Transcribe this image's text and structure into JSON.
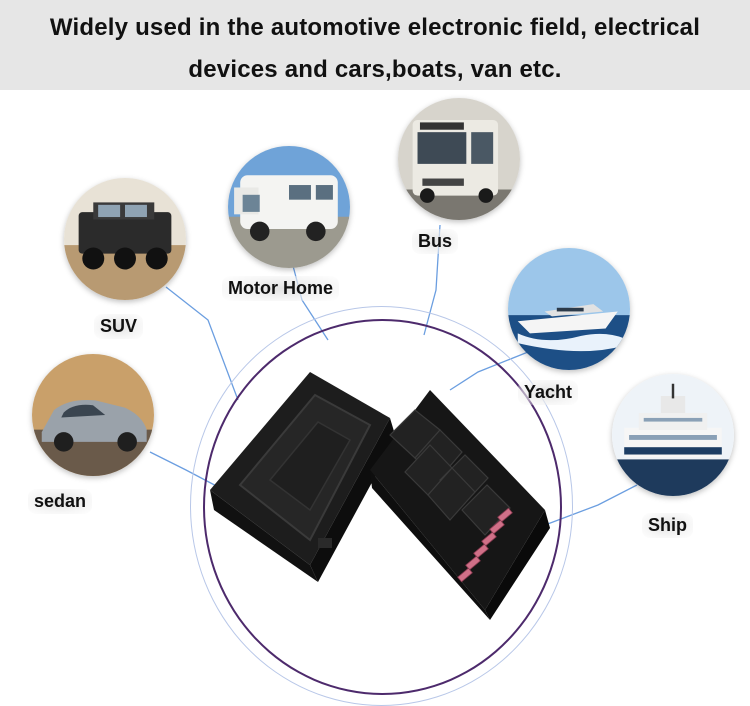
{
  "banner": {
    "line1": "Widely used in the automotive electronic field, electrical",
    "line2": "devices and cars,boats, van etc."
  },
  "labels": {
    "suv": "SUV",
    "motor_home": "Motor Home",
    "bus": "Bus",
    "yacht": "Yacht",
    "sedan": "sedan",
    "ship": "Ship"
  },
  "colors": {
    "connector": "#5b8fd6",
    "ring": "#4d2a6c",
    "banner_bg": "#e6e6e6"
  }
}
